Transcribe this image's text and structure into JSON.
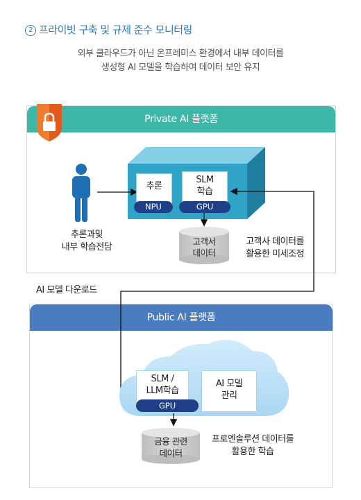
{
  "heading": {
    "number": "2",
    "text": "프라이빗 구축 및 규제 준수 모니터링"
  },
  "subtitle": {
    "line1": "외부 클라우드가 아닌 온프레미스 환경에서 내부 데이터를",
    "line2": "생성형 AI 모델을 학습하여 데이터 보안 유지"
  },
  "private_panel": {
    "title": "Private AI 플랫폼",
    "inference_box": {
      "label": "추론",
      "chip": "NPU"
    },
    "slm_box": {
      "line1": "SLM",
      "line2": "학습",
      "chip": "GPU"
    },
    "db": {
      "line1": "고객서",
      "line2": "데이터"
    },
    "person_caption": {
      "line1": "추론과및",
      "line2": "내부 학습전담"
    },
    "db_caption": {
      "line1": "고객사 데이터를",
      "line2": "활용한 미세조정"
    }
  },
  "download_label": "AI 모델 다운로드",
  "public_panel": {
    "title": "Public AI 플랫폼",
    "train_box": {
      "line1": "SLM /",
      "line2": "LLM학습",
      "chip": "GPU"
    },
    "manage_box": {
      "line1": "AI 모델",
      "line2": "관리"
    },
    "db": {
      "line1": "금융 관련",
      "line2": "데이터"
    },
    "db_caption": {
      "line1": "프로엔솔루션 데이터를",
      "line2": "활용한 학습"
    }
  },
  "colors": {
    "accent_blue": "#2a7bbf",
    "private_header": "#3db8a8",
    "public_header": "#4a7cc0",
    "cube_front": "#30a4c6",
    "chip": "#1f3f86"
  }
}
